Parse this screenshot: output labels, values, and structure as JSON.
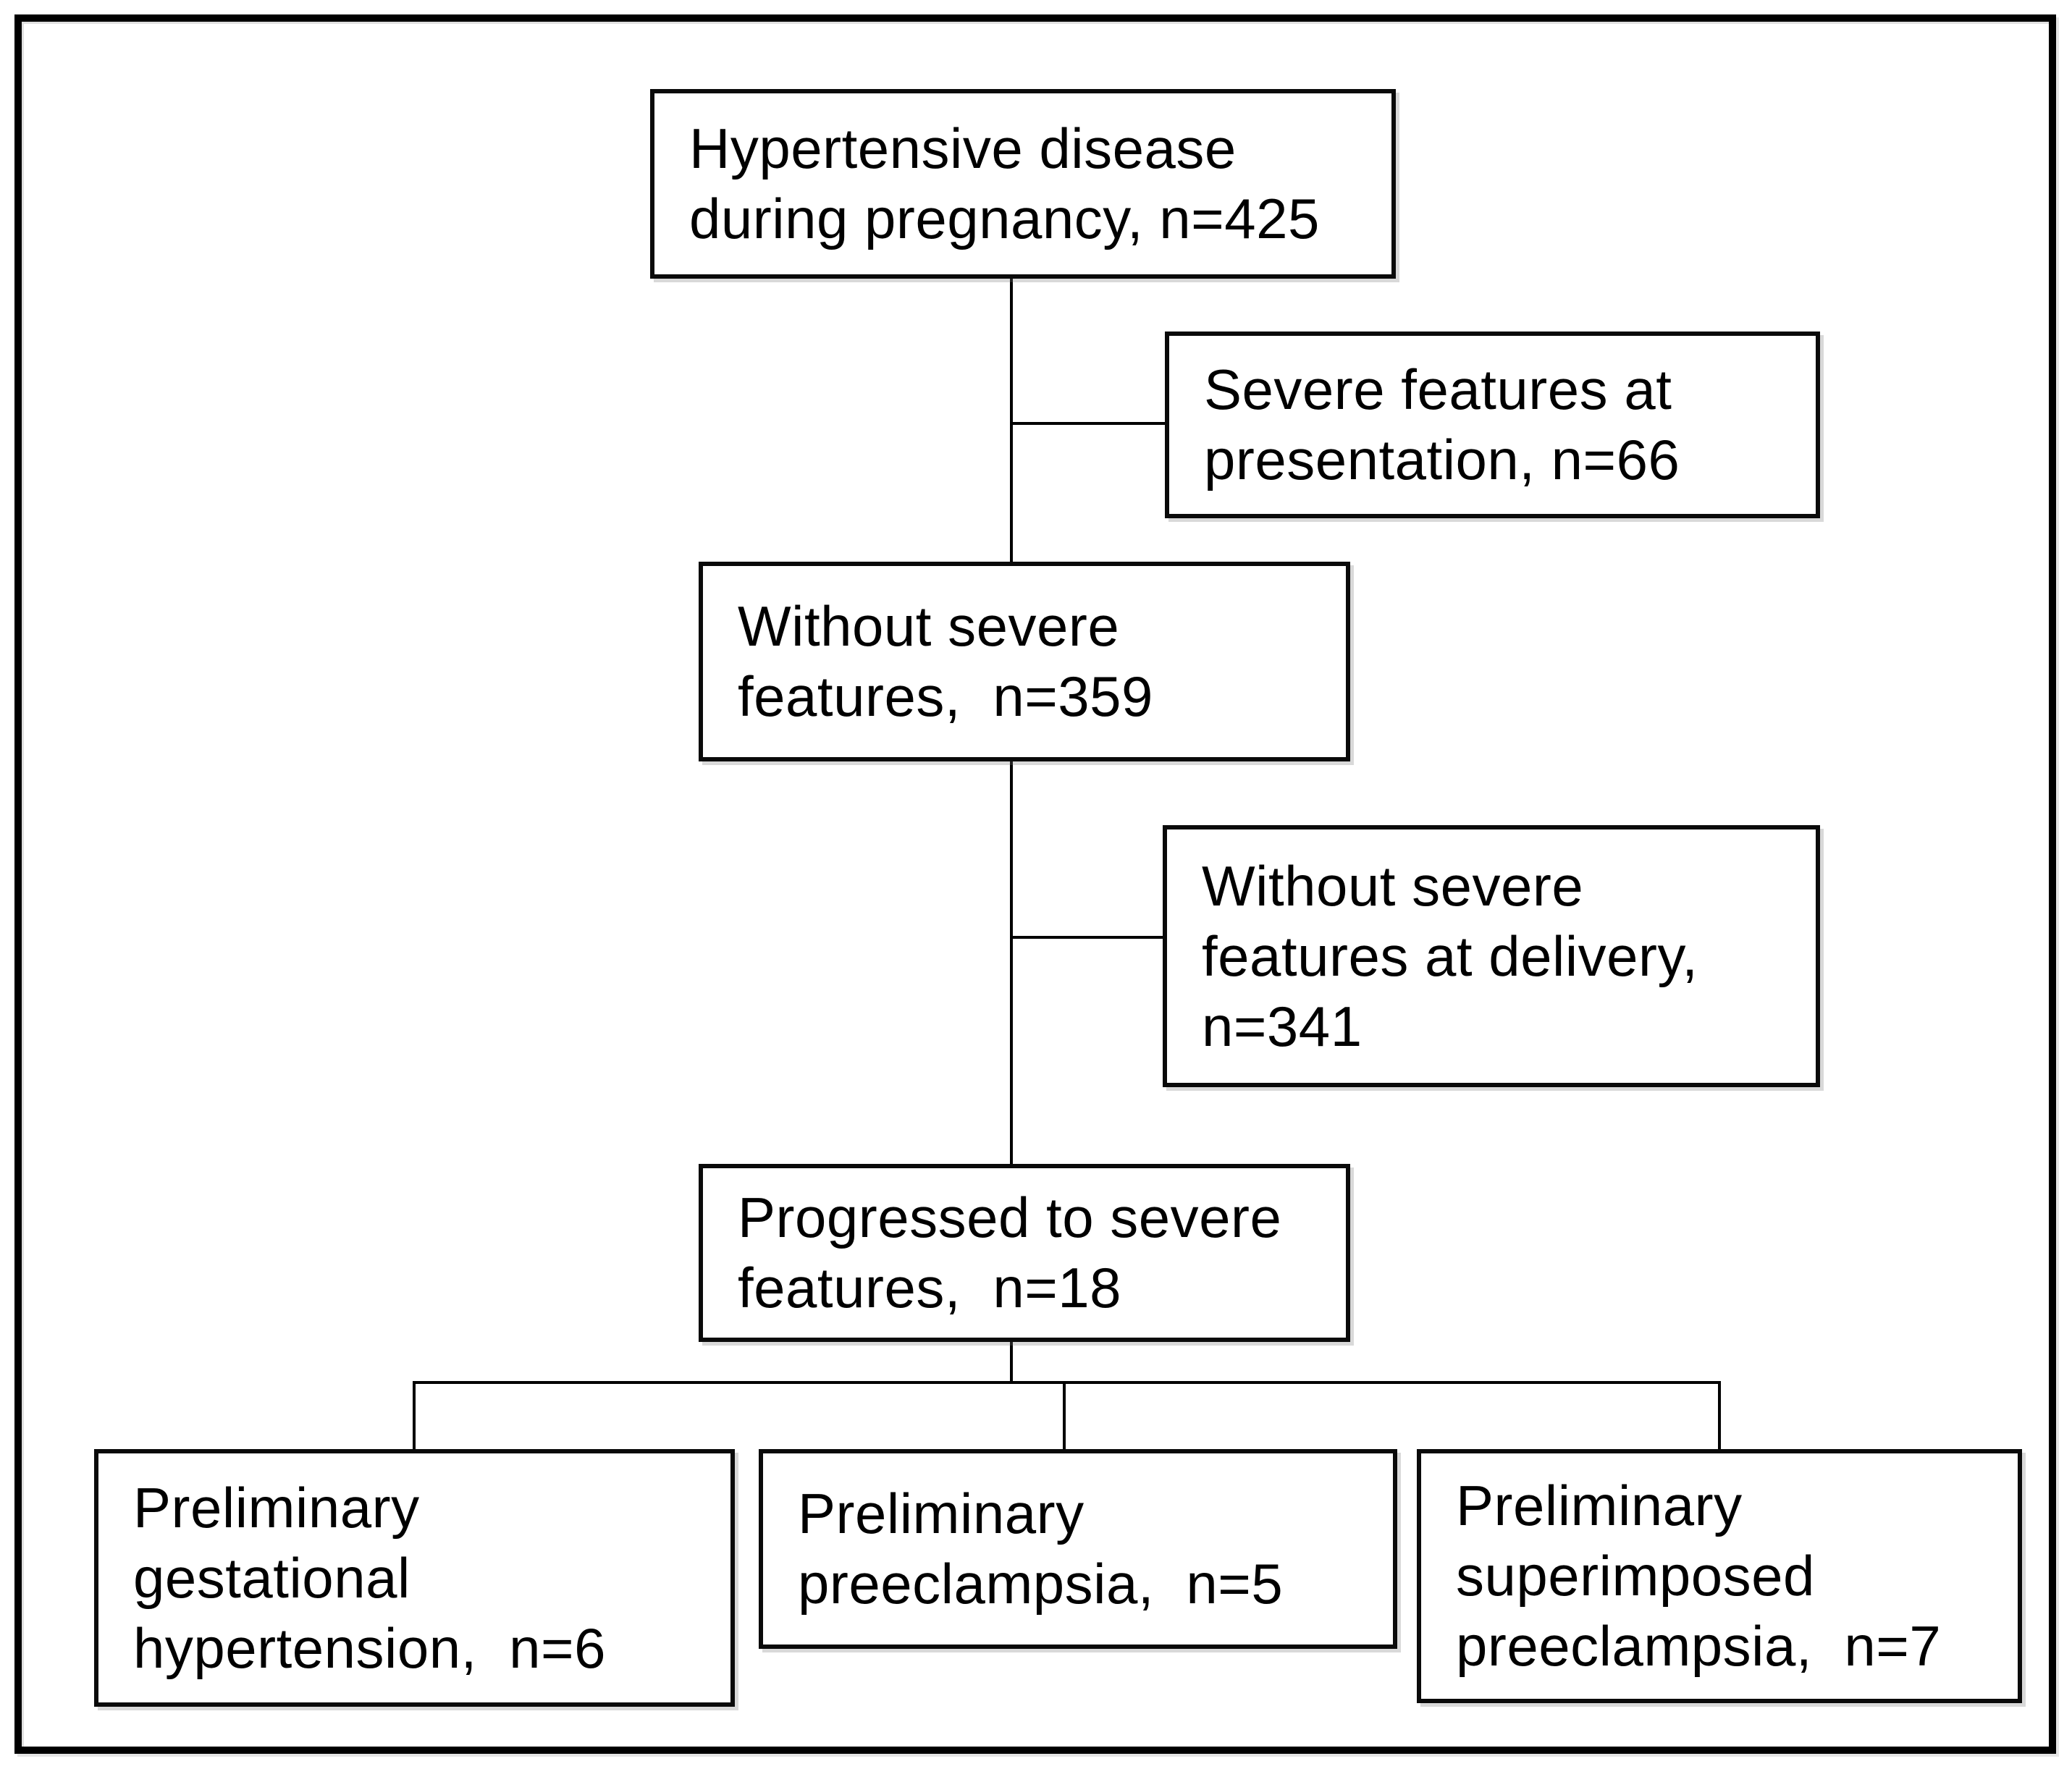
{
  "diagram": {
    "type": "patient-flow-chart",
    "colors": {
      "line": "#000000",
      "text": "#000000",
      "box_background": "#ffffff",
      "page_background": "#ffffff"
    },
    "boxes": {
      "root": {
        "text": "Hypertensive disease\nduring pregnancy, n=425"
      },
      "severe_at_presentation": {
        "text": "Severe features at\npresentation, n=66"
      },
      "without_severe": {
        "text": "Without severe\nfeatures,  n=359"
      },
      "without_severe_at_delivery": {
        "text": "Without severe\nfeatures at delivery,\nn=341"
      },
      "progressed_to_severe": {
        "text": "Progressed to severe\nfeatures,  n=18"
      },
      "preliminary_gestational_hypertension": {
        "text": "Preliminary\ngestational\nhypertension,  n=6"
      },
      "preliminary_preeclampsia": {
        "text": "Preliminary\npreeclampsia,  n=5"
      },
      "preliminary_superimposed_preeclampsia": {
        "text": "Preliminary\nsuperimposed\npreeclampsia,  n=7"
      }
    }
  }
}
